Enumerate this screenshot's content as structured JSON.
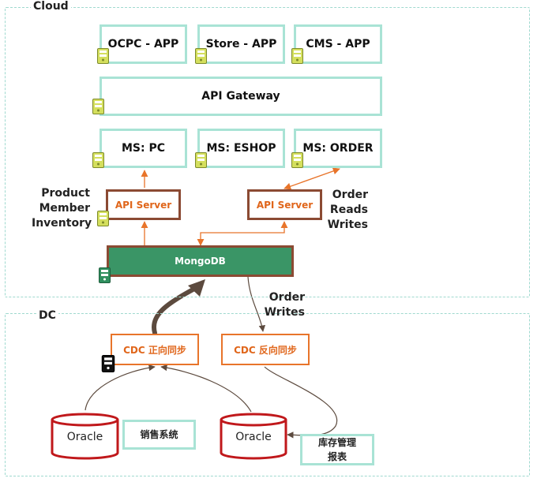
{
  "zones": {
    "cloud_label": "Cloud",
    "dc_label": "DC"
  },
  "apps": [
    {
      "label": "OCPC - APP"
    },
    {
      "label": "Store - APP"
    },
    {
      "label": "CMS - APP"
    }
  ],
  "gateway_label": "API Gateway",
  "microservices": [
    {
      "label": "MS: PC"
    },
    {
      "label": "MS: ESHOP"
    },
    {
      "label": "MS: ORDER"
    }
  ],
  "api_servers": {
    "left": "API Server",
    "right": "API Server"
  },
  "notes": {
    "left_lines": [
      "Product",
      "Member",
      "Inventory"
    ],
    "right_lines": [
      "Order",
      "Reads",
      "Writes"
    ],
    "order_writes_lines": [
      "Order",
      "Writes"
    ]
  },
  "mongodb_label": "MongoDB",
  "cdc": {
    "forward": "CDC 正向同步",
    "reverse": "CDC 反向同步"
  },
  "databases": [
    {
      "label": "Oracle"
    },
    {
      "label": "Oracle"
    }
  ],
  "systems": {
    "sales": "销售系统",
    "inventory_lines": [
      "库存管理",
      "报表"
    ]
  },
  "colors": {
    "teal_border": "#a9e3d5",
    "brown_border": "#8b4a33",
    "orange_text": "#e0661b",
    "mongo_green": "#3a9566",
    "oracle_red": "#c0181b",
    "icon_yellow": "#d4df5d",
    "icon_green": "#2f8f5e"
  }
}
